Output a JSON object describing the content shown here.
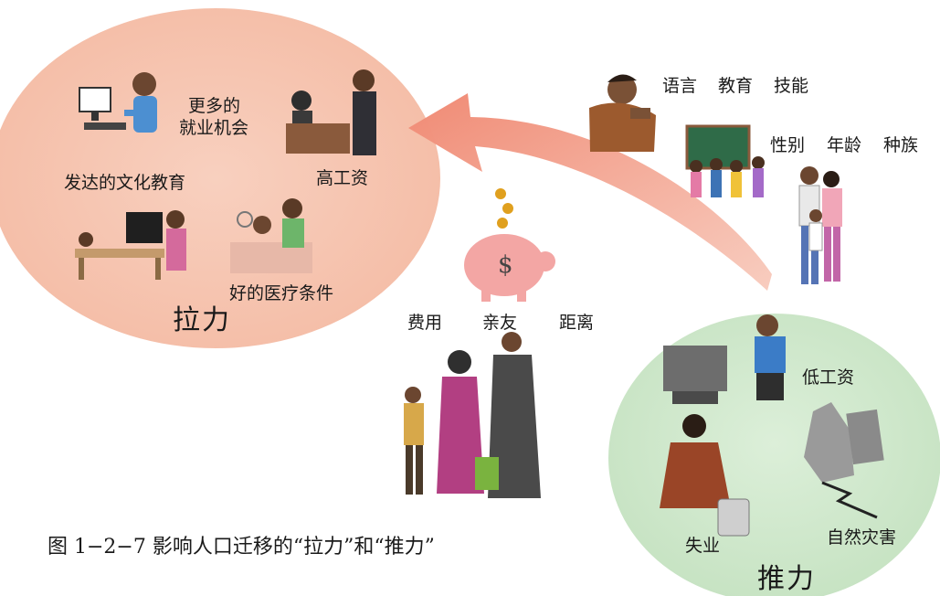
{
  "pull": {
    "title": "拉力",
    "factors": [
      "更多的就业机会",
      "高工资",
      "发达的文化教育",
      "好的医疗条件"
    ],
    "job_line1": "更多的",
    "job_line2": "就业机会",
    "wage": "高工资",
    "education": "发达的文化教育",
    "medical": "好的医疗条件"
  },
  "push": {
    "title": "推力",
    "factors": [
      "低工资",
      "失业",
      "自然灾害"
    ],
    "low_wage": "低工资",
    "unemployment": "失业",
    "disaster": "自然灾害"
  },
  "personal": {
    "row1": [
      "语言",
      "教育",
      "技能"
    ],
    "row2": [
      "性别",
      "年龄",
      "种族"
    ]
  },
  "obstacles": [
    "费用",
    "亲友",
    "距离"
  ],
  "caption": "图 1−2−7   影响人口迁移的“拉力”和“推力”",
  "colors": {
    "pull_circle": "#f6c3ad",
    "push_circle": "#cfe6cb",
    "arrow": "#f3a08c"
  }
}
